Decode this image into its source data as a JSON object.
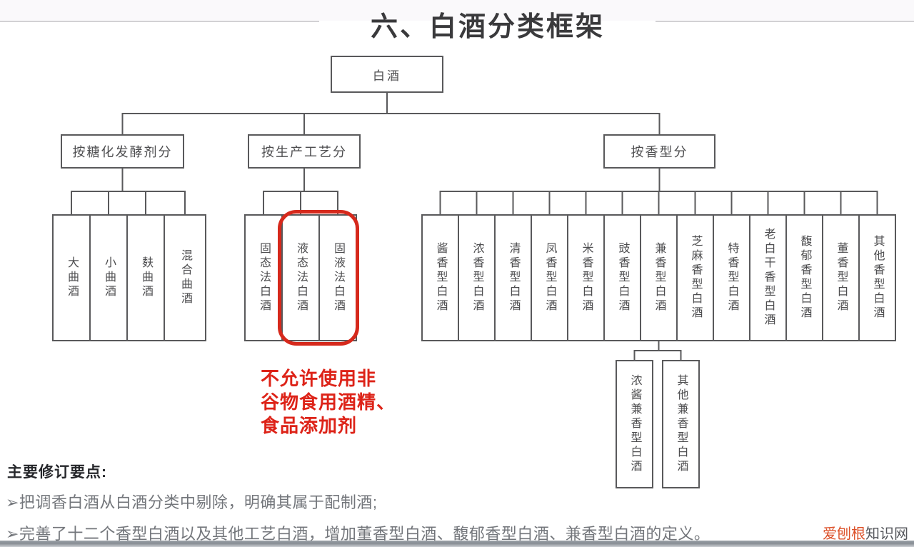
{
  "title": "六、白酒分类框架",
  "tree": {
    "root": "白酒",
    "branches": [
      {
        "label": "按糖化发酵剂分",
        "children": [
          "大曲酒",
          "小曲酒",
          "麸曲酒",
          "混合曲酒"
        ]
      },
      {
        "label": "按生产工艺分",
        "children": [
          "固态法白酒",
          "液态法白酒",
          "固液法白酒"
        ]
      },
      {
        "label": "按香型分",
        "children": [
          "酱香型白酒",
          "浓香型白酒",
          "清香型白酒",
          "凤香型白酒",
          "米香型白酒",
          "豉香型白酒",
          "兼香型白酒",
          "芝麻香型白酒",
          "特香型白酒",
          "老白干香型白酒",
          "馥郁香型白酒",
          "董香型白酒",
          "其他香型白酒"
        ],
        "sub_parent": "兼香型白酒",
        "sub_children": [
          "浓酱兼香型白酒",
          "其他兼香型白酒"
        ]
      }
    ]
  },
  "annotation": {
    "highlighted_children": [
      "液态法白酒",
      "固液法白酒"
    ],
    "highlight_color": "#d6291c",
    "lines": [
      "不允许使用非",
      "谷物食用酒精、",
      "食品添加剂"
    ]
  },
  "notes": {
    "heading": "主要修订要点:",
    "bullets": [
      "➢把调香白酒从白酒分类中剔除，明确其属于配制酒;",
      "➢完善了十二个香型白酒以及其他工艺白酒，增加董香型白酒、馥郁香型白酒、兼香型白酒的定义。"
    ]
  },
  "watermark": {
    "brand": "爱刨根",
    "suffix": "知识网",
    "brand_color": "#dc4f27"
  }
}
